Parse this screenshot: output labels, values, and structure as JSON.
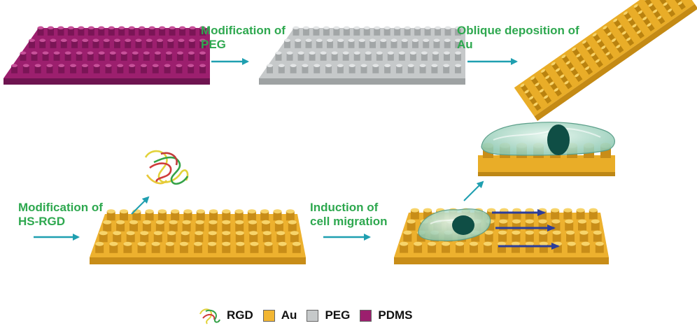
{
  "steps": {
    "step1": {
      "line1": "Modification of",
      "line2": "PEG"
    },
    "step2": {
      "line1": "Oblique deposition of",
      "line2": "Au"
    },
    "step3": {
      "line1": "Modification of",
      "line2": "HS-RGD"
    },
    "step4": {
      "line1": "Induction of",
      "line2": "cell migration"
    }
  },
  "legend": [
    {
      "label": "RGD",
      "icon": "rgd-peptide-icon"
    },
    {
      "label": "Au",
      "color": "#f2b632"
    },
    {
      "label": "PEG",
      "color": "#c6c9ca"
    },
    {
      "label": "PDMS",
      "color": "#9c1f6e"
    }
  ],
  "colors": {
    "label_green": "#2ea84f",
    "arrow_teal": "#1f9fb0",
    "pdms": "#9c1f6e",
    "peg": "#c6c9ca",
    "au": "#f2b632",
    "migration_arrow": "#2c3d9a",
    "cell": "#a9d8c4",
    "nucleus": "#0f4e45"
  }
}
